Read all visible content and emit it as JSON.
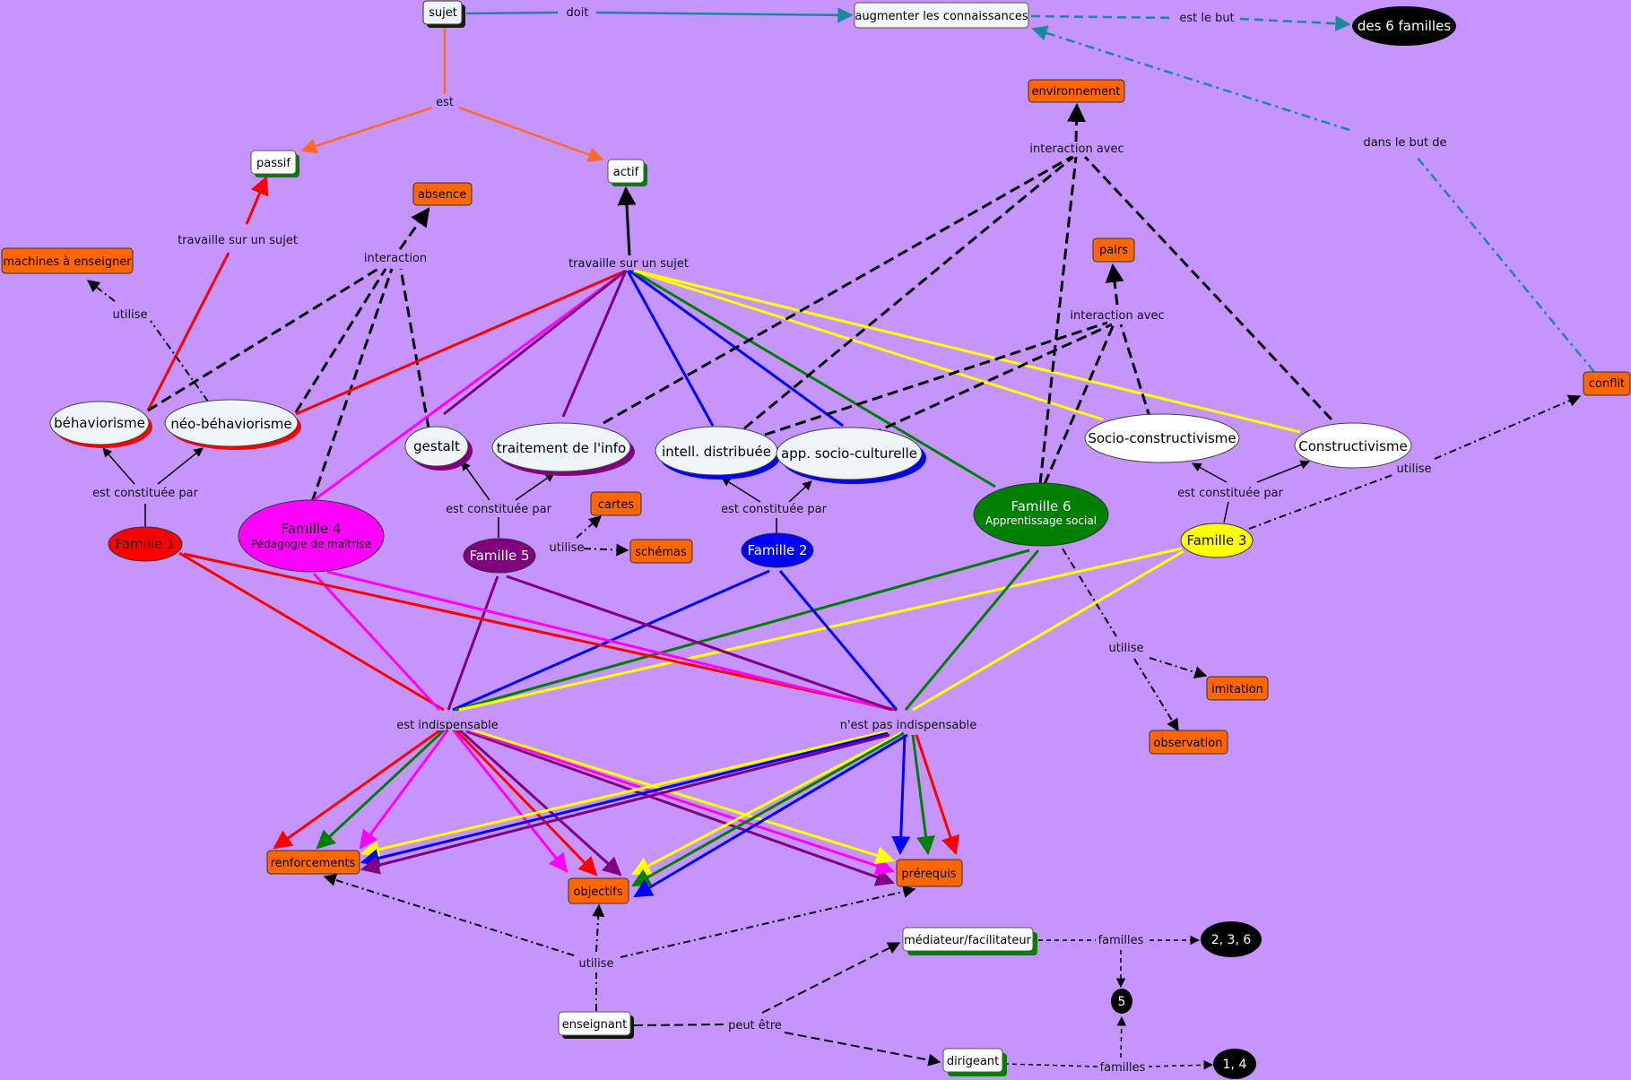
{
  "nodes": {
    "sujet": {
      "label": "sujet"
    },
    "augmenter": {
      "label": "augmenter les connaissances"
    },
    "six_familles": {
      "label": "des 6 familles"
    },
    "passif": {
      "label": "passif"
    },
    "actif": {
      "label": "actif"
    },
    "absence": {
      "label": "absence"
    },
    "environnement": {
      "label": "environnement"
    },
    "pairs": {
      "label": "pairs"
    },
    "machines": {
      "label": "machines à enseigner"
    },
    "conflit": {
      "label": "conflit"
    },
    "behaviorisme": {
      "label": "béhaviorisme"
    },
    "neo_behaviorisme": {
      "label": "néo-béhaviorisme"
    },
    "gestalt": {
      "label": "gestalt"
    },
    "traitement": {
      "label": "traitement de l'info"
    },
    "intell": {
      "label": "intell. distribuée"
    },
    "app_socio": {
      "label": "app. socio-culturelle"
    },
    "socio_constructivisme": {
      "label": "Socio-constructivisme"
    },
    "constructivisme": {
      "label": "Constructivisme"
    },
    "famille1": {
      "label": "Famille 1"
    },
    "famille4": {
      "label": "Famille 4",
      "sub": "Pédagogie de maîtrise"
    },
    "famille5": {
      "label": "Famille 5"
    },
    "famille2": {
      "label": "Famille 2"
    },
    "famille6": {
      "label": "Famille 6",
      "sub": "Apprentissage social"
    },
    "famille3": {
      "label": "Famille 3"
    },
    "cartes": {
      "label": "cartes"
    },
    "schemas": {
      "label": "schémas"
    },
    "imitation": {
      "label": "imitation"
    },
    "observation": {
      "label": "observation"
    },
    "renforcements": {
      "label": "renforcements"
    },
    "objectifs": {
      "label": "objectifs"
    },
    "prerequis": {
      "label": "prérequis"
    },
    "mediateur": {
      "label": "médiateur/facilitateur"
    },
    "enseignant": {
      "label": "enseignant"
    },
    "dirigeant": {
      "label": "dirigeant"
    },
    "f236": {
      "label": "2, 3, 6"
    },
    "f5": {
      "label": "5"
    },
    "f14": {
      "label": "1, 4"
    }
  },
  "link_labels": {
    "doit": "doit",
    "est_le_but": "est le but",
    "est": "est",
    "travaille_passif": "travaille sur un sujet",
    "interaction": "interaction",
    "utilise_machines": "utilise",
    "travaille_actif": "travaille sur un sujet",
    "interaction_env": "interaction avec",
    "dans_le_but": "dans le but de",
    "interaction_pairs": "interaction avec",
    "constituee_f1": "est constituée par",
    "constituee_f5": "est constituée par",
    "utilise_f5": "utilise",
    "constituee_f2": "est constituée par",
    "constituee_f3": "est constituée par",
    "utilise_f3": "utilise",
    "utilise_f6": "utilise",
    "indispensable": "est indispensable",
    "pas_indispensable": "n'est pas indispensable",
    "utilise_ens": "utilise",
    "familles_top": "familles",
    "peut_etre": "peut être",
    "familles_bottom": "familles"
  },
  "colors": {
    "background": "#c594fc",
    "orange_node": "#ff6600",
    "famille1": "#ff0000",
    "famille2": "#0000ff",
    "famille3": "#ffff00",
    "famille4": "#ff00ff",
    "famille5": "#800080",
    "famille6": "#008000",
    "teal_link": "#1a8a9a",
    "orange_link": "#ff6a26"
  }
}
